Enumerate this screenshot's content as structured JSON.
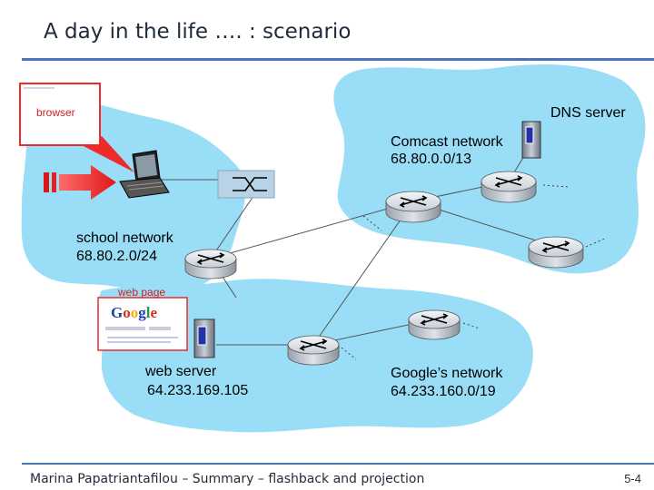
{
  "slide": {
    "title": "A day in the life …. : scenario",
    "footer": "Marina Papatriantafilou –  Summary – flashback and projection",
    "page_number": "5-4"
  },
  "labels": {
    "browser": "browser",
    "dns_server": "DNS server",
    "comcast_name": "Comcast network",
    "comcast_prefix": "68.80.0.0/13",
    "school_name": "school network",
    "school_prefix": "68.80.2.0/24",
    "web_page": "web page",
    "web_server_name": "web server",
    "web_server_ip": "64.233.169.105",
    "google_name": "Google’s network",
    "google_prefix": "64.233.160.0/19"
  },
  "screenshot": {
    "logo_text": "Google"
  },
  "colors": {
    "cloud": "#99ddf6",
    "accent_rule": "#4a74b8",
    "arrow_red": "#ee2a2a",
    "server_blue": "#2233aa"
  }
}
